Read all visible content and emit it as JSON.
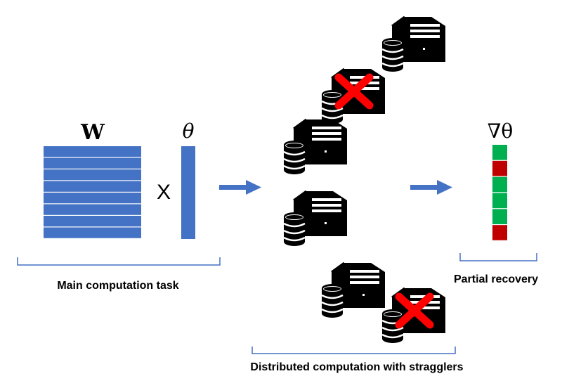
{
  "labels": {
    "matrix": "W",
    "vector": "θ",
    "multiply": "X",
    "gradient": "∇θ",
    "main_task": "Main computation task",
    "distributed": "Distributed computation with stragglers",
    "partial": "Partial recovery"
  },
  "matrix_rows": 8,
  "servers": [
    {
      "status": "ok"
    },
    {
      "status": "failed"
    },
    {
      "status": "ok"
    },
    {
      "status": "ok"
    },
    {
      "status": "ok"
    },
    {
      "status": "failed"
    }
  ],
  "result_segments": [
    "recovered",
    "lost",
    "recovered",
    "recovered",
    "recovered",
    "lost"
  ],
  "colors": {
    "blue": "#4472c4",
    "recovered": "#00b050",
    "lost": "#c00000",
    "cross": "#ff0000",
    "bracket": "#4472c4",
    "server": "#000000"
  }
}
